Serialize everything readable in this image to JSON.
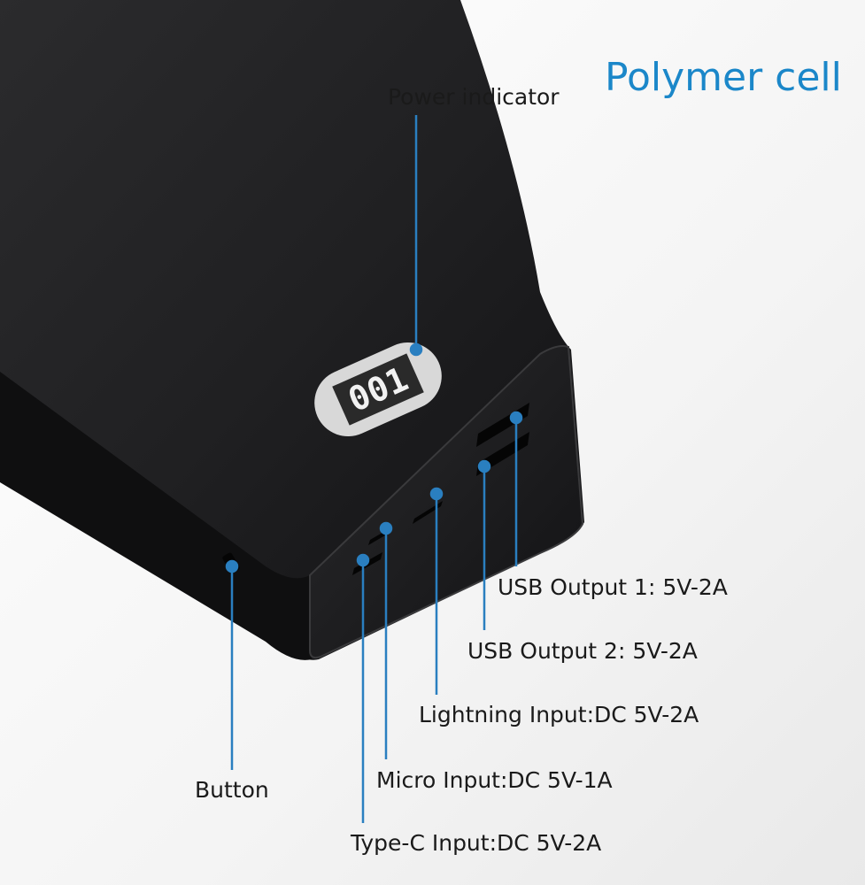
{
  "title": "Polymer cell",
  "display_reading": "001",
  "callouts": {
    "power_indicator": "Power indicator",
    "usb_output_1": "USB Output 1: 5V-2A",
    "usb_output_2": "USB Output 2: 5V-2A",
    "lightning_input": "Lightning Input:DC 5V-2A",
    "micro_input": "Micro Input:DC 5V-1A",
    "type_c_input": "Type-C Input:DC 5V-2A",
    "button": "Button"
  },
  "colors": {
    "accent": "#1b87c9",
    "callout_line": "#2a7fc0",
    "body": "#1c1c1e"
  }
}
